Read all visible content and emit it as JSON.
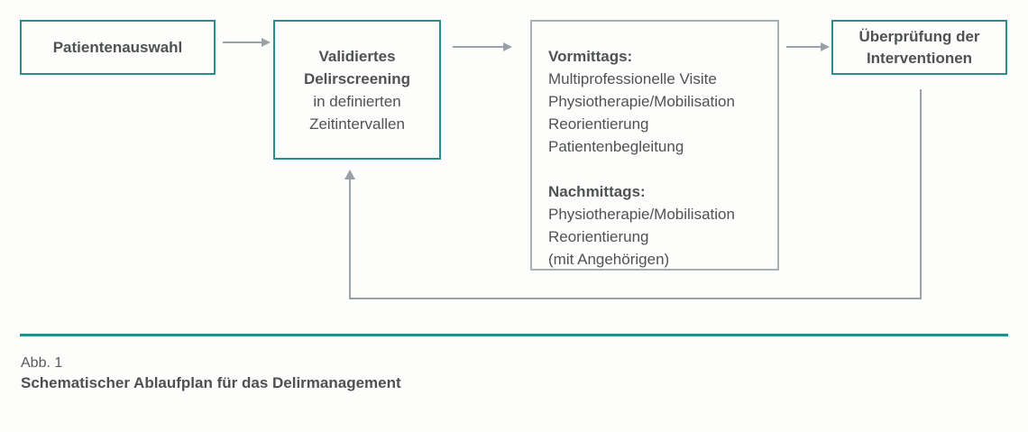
{
  "diagram": {
    "box_patient": {
      "label": "Patientenauswahl"
    },
    "box_screening": {
      "line1": "Validiertes",
      "line2": "Delirscreening",
      "line3": "in definierten",
      "line4": "Zeitintervallen"
    },
    "box_daily": {
      "morning_heading": "Vormittags:",
      "morning_items": [
        "Multiprofessionelle Visite",
        "Physiotherapie/Mobilisation",
        "Reorientierung",
        "Patientenbegleitung"
      ],
      "afternoon_heading": "Nachmittags:",
      "afternoon_items": [
        "Physiotherapie/Mobilisation",
        "Reorientierung",
        "(mit Angehörigen)"
      ]
    },
    "box_review": {
      "line1": "Überprüfung der",
      "line2": "Interventionen"
    }
  },
  "caption": {
    "figure_label": "Abb. 1",
    "title": "Schematischer Ablaufplan für das Delirmanagement"
  },
  "colors": {
    "accent_teal": "#2a8d8d",
    "arrow_gray": "#98a2a8",
    "detail_box_border": "#a6afb5",
    "text": "#4f5254"
  }
}
